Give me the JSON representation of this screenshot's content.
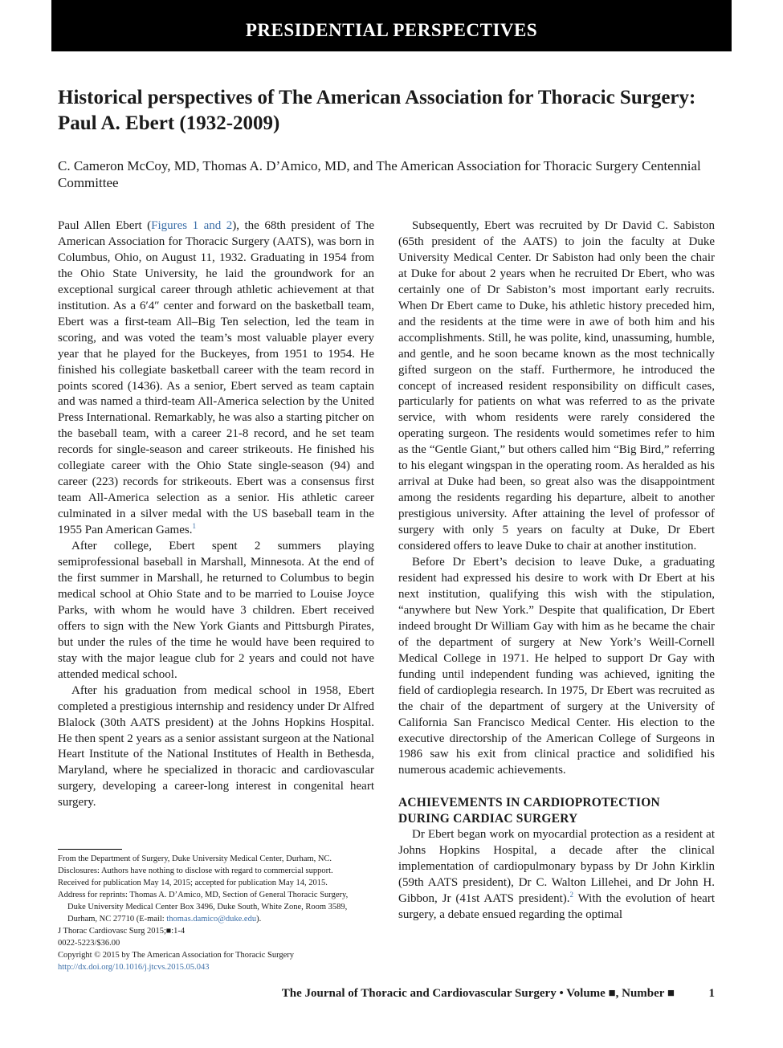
{
  "header": {
    "banner": "PRESIDENTIAL PERSPECTIVES"
  },
  "article": {
    "title": "Historical perspectives of The American Association for Thoracic Surgery: Paul A. Ebert (1932-2009)",
    "authors": "C. Cameron McCoy, MD, Thomas A. D’Amico, MD, and The American Association for Thoracic Surgery Centennial Committee"
  },
  "body": {
    "p1_a": "Paul Allen Ebert (",
    "p1_link": "Figures 1 and 2",
    "p1_b": "), the 68th president of The American Association for Thoracic Surgery (AATS), was born in Columbus, Ohio, on August 11, 1932. Graduating in 1954 from the Ohio State University, he laid the groundwork for an exceptional surgical career through athletic achievement at that institution. As a 6′4″ center and forward on the basketball team, Ebert was a first-team All–Big Ten selection, led the team in scoring, and was voted the team’s most valuable player every year that he played for the Buckeyes, from 1951 to 1954. He finished his collegiate basketball career with the team record in points scored (1436). As a senior, Ebert served as team captain and was named a third-team All-America selection by the United Press International. Remarkably, he was also a starting pitcher on the baseball team, with a career 21-8 record, and he set team records for single-season and career strikeouts. He finished his collegiate career with the Ohio State single-season (94) and career (223) records for strikeouts. Ebert was a consensus first team All-America selection as a senior. His athletic career culminated in a silver medal with the US baseball team in the 1955 Pan American Games.",
    "p1_ref": "1",
    "p2": "After college, Ebert spent 2 summers playing semiprofessional baseball in Marshall, Minnesota. At the end of the first summer in Marshall, he returned to Columbus to begin medical school at Ohio State and to be married to Louise Joyce Parks, with whom he would have 3 children. Ebert received offers to sign with the New York Giants and Pittsburgh Pirates, but under the rules of the time he would have been required to stay with the major league club for 2 years and could not have attended medical school.",
    "p3": "After his graduation from medical school in 1958, Ebert completed a prestigious internship and residency under Dr Alfred Blalock (30th AATS president) at the Johns Hopkins Hospital. He then spent 2 years as a senior assistant surgeon at the National Heart Institute of the National Institutes of Health in Bethesda, Maryland, where he specialized in thoracic and cardiovascular surgery, developing a career-long interest in congenital heart surgery.",
    "p4": "Subsequently, Ebert was recruited by Dr David C. Sabiston (65th president of the AATS) to join the faculty at Duke University Medical Center. Dr Sabiston had only been the chair at Duke for about 2 years when he recruited Dr Ebert, who was certainly one of Dr Sabiston’s most important early recruits. When Dr Ebert came to Duke, his athletic history preceded him, and the residents at the time were in awe of both him and his accomplishments. Still, he was polite, kind, unassuming, humble, and gentle, and he soon became known as the most technically gifted surgeon on the staff. Furthermore, he introduced the concept of increased resident responsibility on difficult cases, particularly for patients on what was referred to as the private service, with whom residents were rarely considered the operating surgeon. The residents would sometimes refer to him as the “Gentle Giant,” but others called him “Big Bird,” referring to his elegant wingspan in the operating room. As heralded as his arrival at Duke had been, so great also was the disappointment among the residents regarding his departure, albeit to another prestigious university. After attaining the level of professor of surgery with only 5 years on faculty at Duke, Dr Ebert considered offers to leave Duke to chair at another institution.",
    "p5": "Before Dr Ebert’s decision to leave Duke, a graduating resident had expressed his desire to work with Dr Ebert at his next institution, qualifying this wish with the stipulation, “anywhere but New York.” Despite that qualification, Dr Ebert indeed brought Dr William Gay with him as he became the chair of the department of surgery at New York’s Weill-Cornell Medical College in 1971. He helped to support Dr Gay with funding until independent funding was achieved, igniting the field of cardioplegia research. In 1975, Dr Ebert was recruited as the chair of the department of surgery at the University of California San Francisco Medical Center. His election to the executive directorship of the American College of Surgeons in 1986 saw his exit from clinical practice and solidified his numerous academic achievements.",
    "section_heading": "ACHIEVEMENTS IN CARDIOPROTECTION DURING CARDIAC SURGERY",
    "p6_a": "Dr Ebert began work on myocardial protection as a resident at Johns Hopkins Hospital, a decade after the clinical implementation of cardiopulmonary bypass by Dr John Kirklin (59th AATS president), Dr C. Walton Lillehei, and Dr John H. Gibbon, Jr (41st AATS president).",
    "p6_ref": "2",
    "p6_b": " With the evolution of heart surgery, a debate ensued regarding the optimal"
  },
  "footnotes": {
    "from": "From the Department of Surgery, Duke University Medical Center, Durham, NC.",
    "disclosures": "Disclosures: Authors have nothing to disclose with regard to commercial support.",
    "received": "Received for publication May 14, 2015; accepted for publication May 14, 2015.",
    "address1": "Address for reprints: Thomas A. D’Amico, MD, Section of General Thoracic Surgery,",
    "address2": "Duke University Medical Center Box 3496, Duke South, White Zone, Room 3589,",
    "address3_a": "Durham, NC 27710 (E-mail: ",
    "email": "thomas.damico@duke.edu",
    "address3_b": ").",
    "citation": "J Thorac Cardiovasc Surg 2015;■:1-4",
    "issn": "0022-5223/$36.00",
    "copyright": "Copyright © 2015 by The American Association for Thoracic Surgery",
    "doi": "http://dx.doi.org/10.1016/j.jtcvs.2015.05.043"
  },
  "footer": {
    "journal": "The Journal of Thoracic and Cardiovascular Surgery • Volume ■, Number ■",
    "page": "1"
  },
  "colors": {
    "link": "#3c6fa8",
    "banner_bg": "#000000",
    "banner_text": "#ffffff"
  }
}
